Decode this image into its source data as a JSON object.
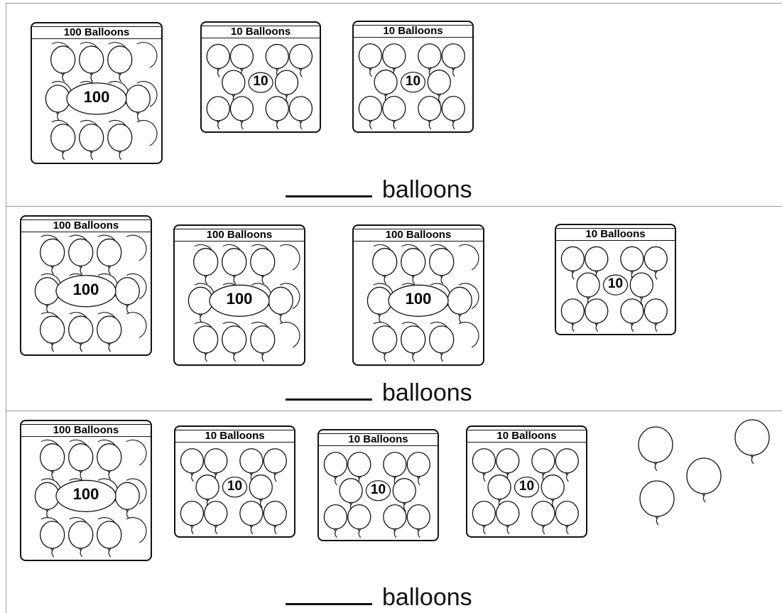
{
  "rows": [
    {
      "answer_suffix": "balloons",
      "bundles": [
        {
          "label": "100 Balloons",
          "value": "100"
        },
        {
          "label": "10 Balloons",
          "value": "10"
        },
        {
          "label": "10 Balloons",
          "value": "10"
        }
      ]
    },
    {
      "answer_suffix": "balloons",
      "bundles": [
        {
          "label": "100 Balloons",
          "value": "100"
        },
        {
          "label": "100 Balloons",
          "value": "100"
        },
        {
          "label": "100 Balloons",
          "value": "100"
        },
        {
          "label": "10 Balloons",
          "value": "10"
        }
      ]
    },
    {
      "answer_suffix": "balloons",
      "bundles": [
        {
          "label": "100 Balloons",
          "value": "100"
        },
        {
          "label": "10 Balloons",
          "value": "10"
        },
        {
          "label": "10 Balloons",
          "value": "10"
        },
        {
          "label": "10 Balloons",
          "value": "10"
        }
      ],
      "loose_balloons": 4
    }
  ]
}
